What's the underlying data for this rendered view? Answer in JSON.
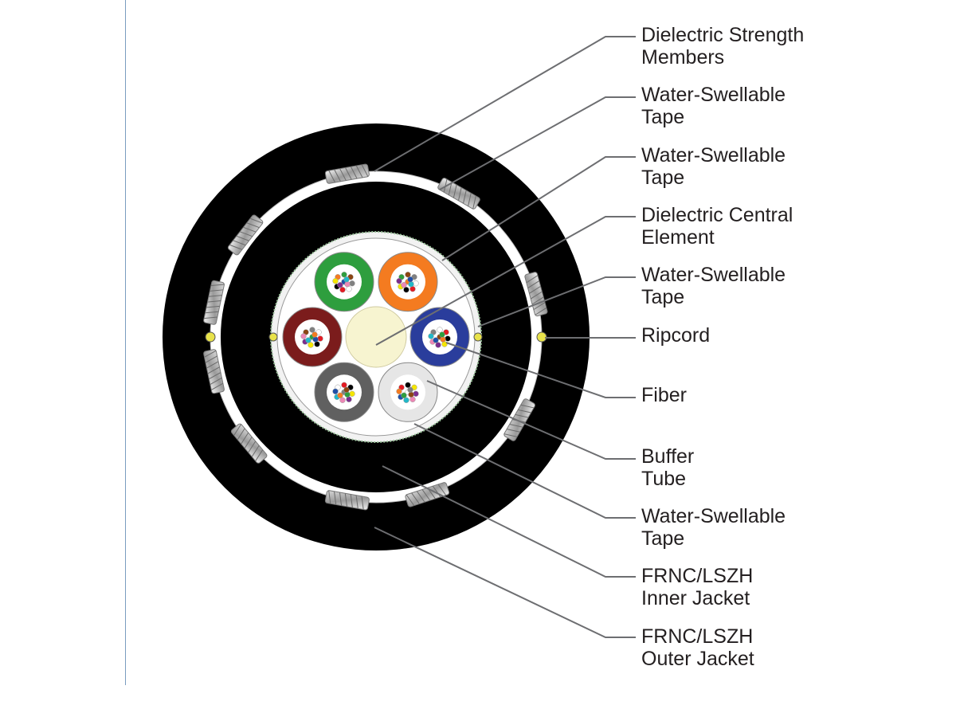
{
  "labels": [
    {
      "line1": "Dielectric Strength",
      "line2": "Members"
    },
    {
      "line1": "Water-Swellable",
      "line2": "Tape"
    },
    {
      "line1": "Water-Swellable",
      "line2": "Tape"
    },
    {
      "line1": "Dielectric Central",
      "line2": "Element"
    },
    {
      "line1": "Water-Swellable",
      "line2": "Tape"
    },
    {
      "line1": "Ripcord",
      "line2": ""
    },
    {
      "line1": "Fiber",
      "line2": ""
    },
    {
      "line1": "Buffer",
      "line2": "Tube"
    },
    {
      "line1": "Water-Swellable",
      "line2": "Tape"
    },
    {
      "line1": "FRNC/LSZH",
      "line2": "Inner Jacket"
    },
    {
      "line1": "FRNC/LSZH",
      "line2": "Outer Jacket"
    }
  ],
  "colors": {
    "jacket": "#000000",
    "tape": "#ffffff",
    "central_element": "#f7f4d0",
    "ripcord": "#e8e24a",
    "leader": "#6d6e71",
    "buffer_tubes": [
      "#2e9e3e",
      "#f47b20",
      "#7b1c1c",
      "#2a3d9c",
      "#606060",
      "#e6e6e6"
    ]
  },
  "fiber_colors": [
    "#1f4fa8",
    "#f47b20",
    "#2e9e3e",
    "#8b4513",
    "#808080",
    "#ffffff",
    "#e31b23",
    "#000000",
    "#f5e600",
    "#7b2d8e",
    "#ec87b5",
    "#22b8c8"
  ]
}
